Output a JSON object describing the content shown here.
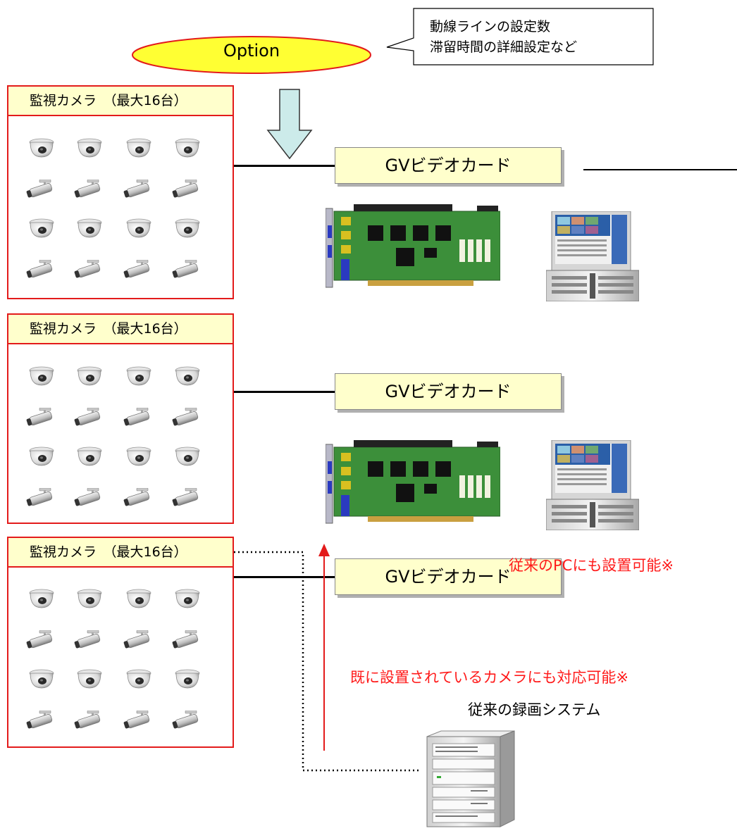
{
  "option": {
    "label": "Option"
  },
  "callout": {
    "line1": "動線ラインの設定数",
    "line2": "滞留時間の詳細設定など"
  },
  "camera_groups": [
    {
      "header": "監視カメラ　（最大16台）",
      "card_label": "GVビデオカード"
    },
    {
      "header": "監視カメラ　（最大16台）",
      "card_label": "GVビデオカード"
    },
    {
      "header": "監視カメラ　（最大16台）",
      "card_label": "GVビデオカード"
    }
  ],
  "notes": {
    "pc_note": "従来のPCにも設置可能※",
    "camera_note": "既に設置されているカメラにも対応可能※",
    "legacy_label": "従来の録画システム"
  },
  "colors": {
    "border_red": "#e31b1b",
    "box_fill": "#ffffcc",
    "option_fill": "#ffff33",
    "arrow_fill": "#ccebea",
    "note_red": "#ff1a1a"
  },
  "icons": [
    "dome-camera-icon",
    "bullet-camera-icon",
    "video-capture-card-image",
    "pc-monitor-image",
    "recorder-server-image"
  ]
}
